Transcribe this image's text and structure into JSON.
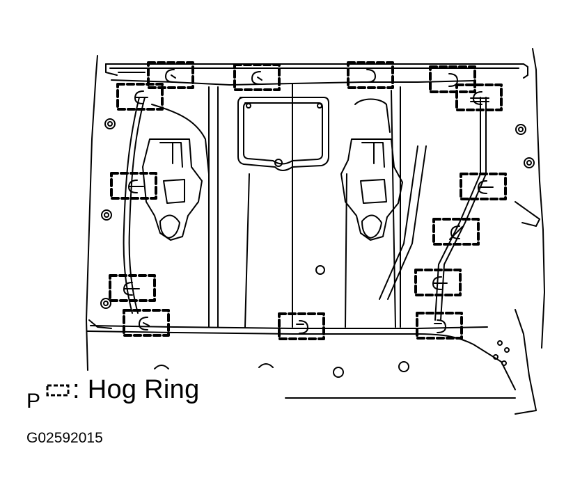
{
  "legend": {
    "prefix": "P",
    "symbol_name": "hog-ring-symbol-icon",
    "text": "Hog Ring"
  },
  "figure_code": "G02592015",
  "diagram": {
    "subject": "seat frame with hog ring clip locations",
    "hog_ring_count": 14
  }
}
